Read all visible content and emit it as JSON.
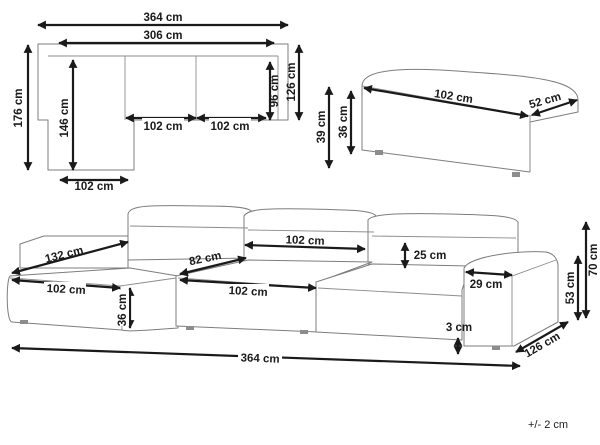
{
  "colors": {
    "line": "#1a1a1a",
    "outline": "#7d7d7d"
  },
  "top_view": {
    "total_width": "364 cm",
    "inner_width": "306 cm",
    "depth_total": "176 cm",
    "chaise_inner_depth": "146 cm",
    "module_depth": "126 cm",
    "seat_depth": "96 cm",
    "module_a": "102 cm",
    "module_b": "102 cm",
    "chaise_width": "102 cm"
  },
  "ottoman": {
    "width": "102 cm",
    "depth": "52 cm",
    "height": "39 cm",
    "seat_height": "36 cm"
  },
  "front_view": {
    "chaise_depth": "132 cm",
    "back_depth": "82 cm",
    "back_cushion_width": "102 cm",
    "back_cushion_height": "25 cm",
    "seat1_width": "102 cm",
    "seat2_width": "102 cm",
    "seat_height": "36 cm",
    "armrest_width": "29 cm",
    "arm_height": "53 cm",
    "total_height": "70 cm",
    "leg_height": "3 cm",
    "depth": "126 cm",
    "total_width": "364 cm"
  },
  "tolerance": "+/- 2 cm"
}
